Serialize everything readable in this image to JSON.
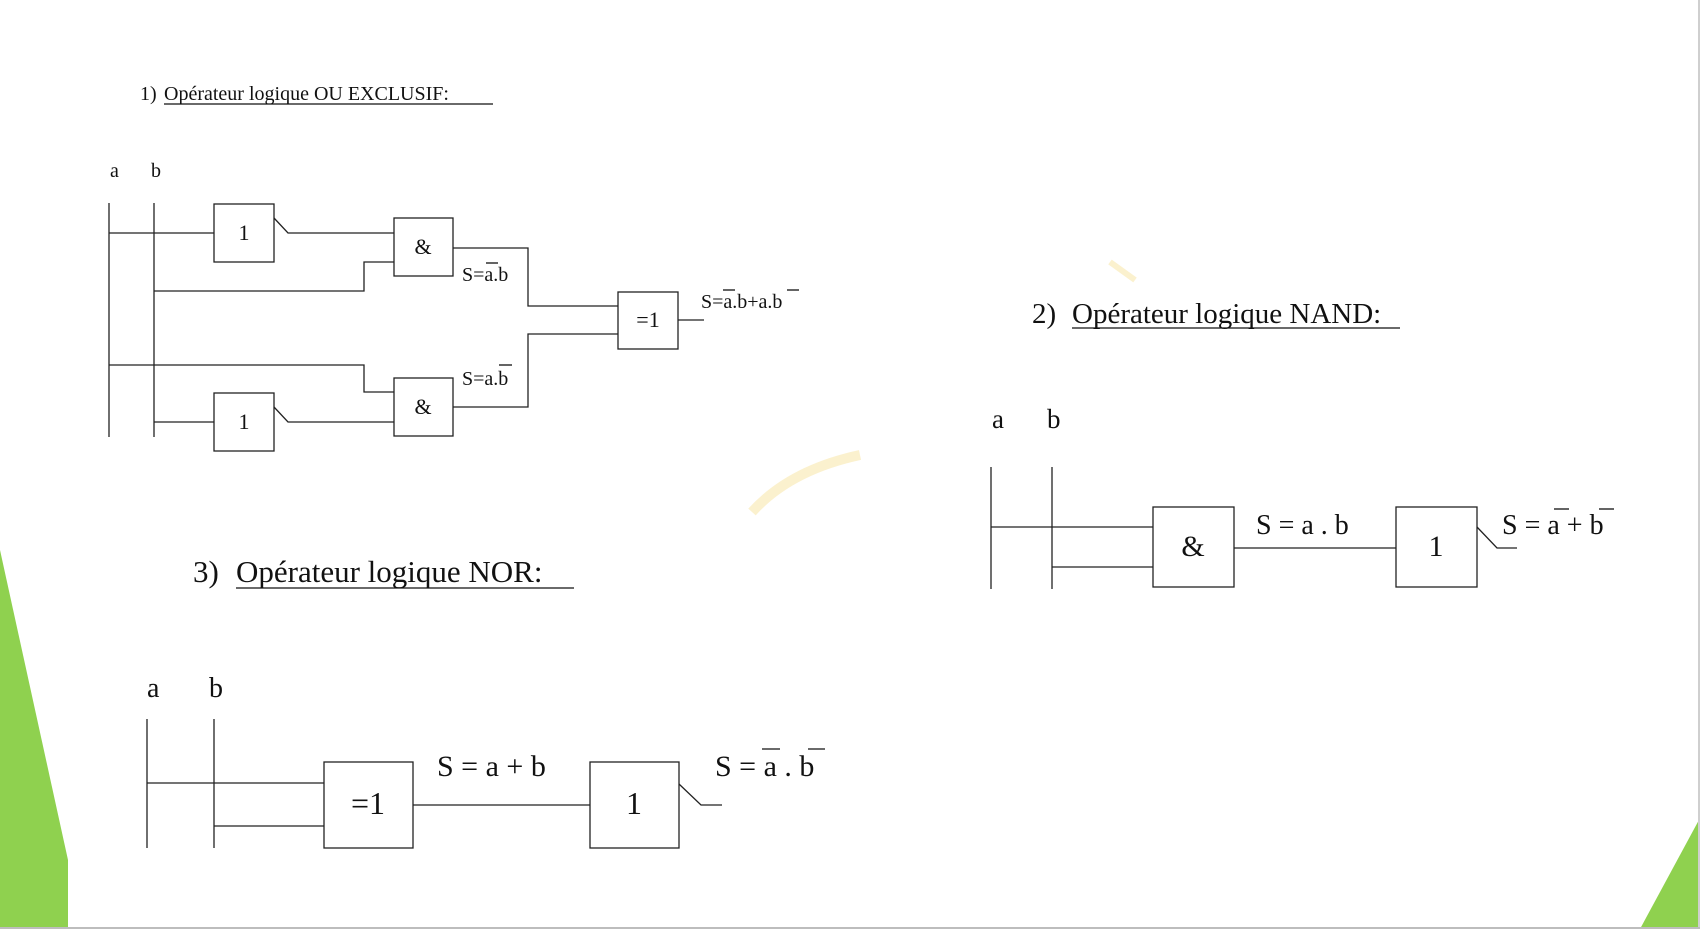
{
  "slide": {
    "accent_color": "#8fd14f",
    "watermark_color": "#f7e6a6"
  },
  "xor": {
    "number": "1)",
    "title": "Opérateur logique OU EXCLUSIF:",
    "input_a": "a",
    "input_b": "b",
    "not_gate_1": "1",
    "not_gate_2": "1",
    "and_gate_1": "&",
    "and_gate_2": "&",
    "xor_gate": "=1",
    "out_top": "S=a.b",
    "out_bottom": "S=a.b",
    "out_final": "S=a.b+a.b"
  },
  "nand": {
    "number": "2)",
    "title": "Opérateur logique NAND:",
    "input_a": "a",
    "input_b": "b",
    "and_gate": "&",
    "not_gate": "1",
    "out_mid": "S = a . b",
    "out_final": "S = a + b"
  },
  "nor": {
    "number": "3)",
    "title": "Opérateur logique NOR:",
    "input_a": "a",
    "input_b": "b",
    "or_gate": "=1",
    "not_gate": "1",
    "out_mid": "S = a + b",
    "out_final": "S = a . b"
  }
}
